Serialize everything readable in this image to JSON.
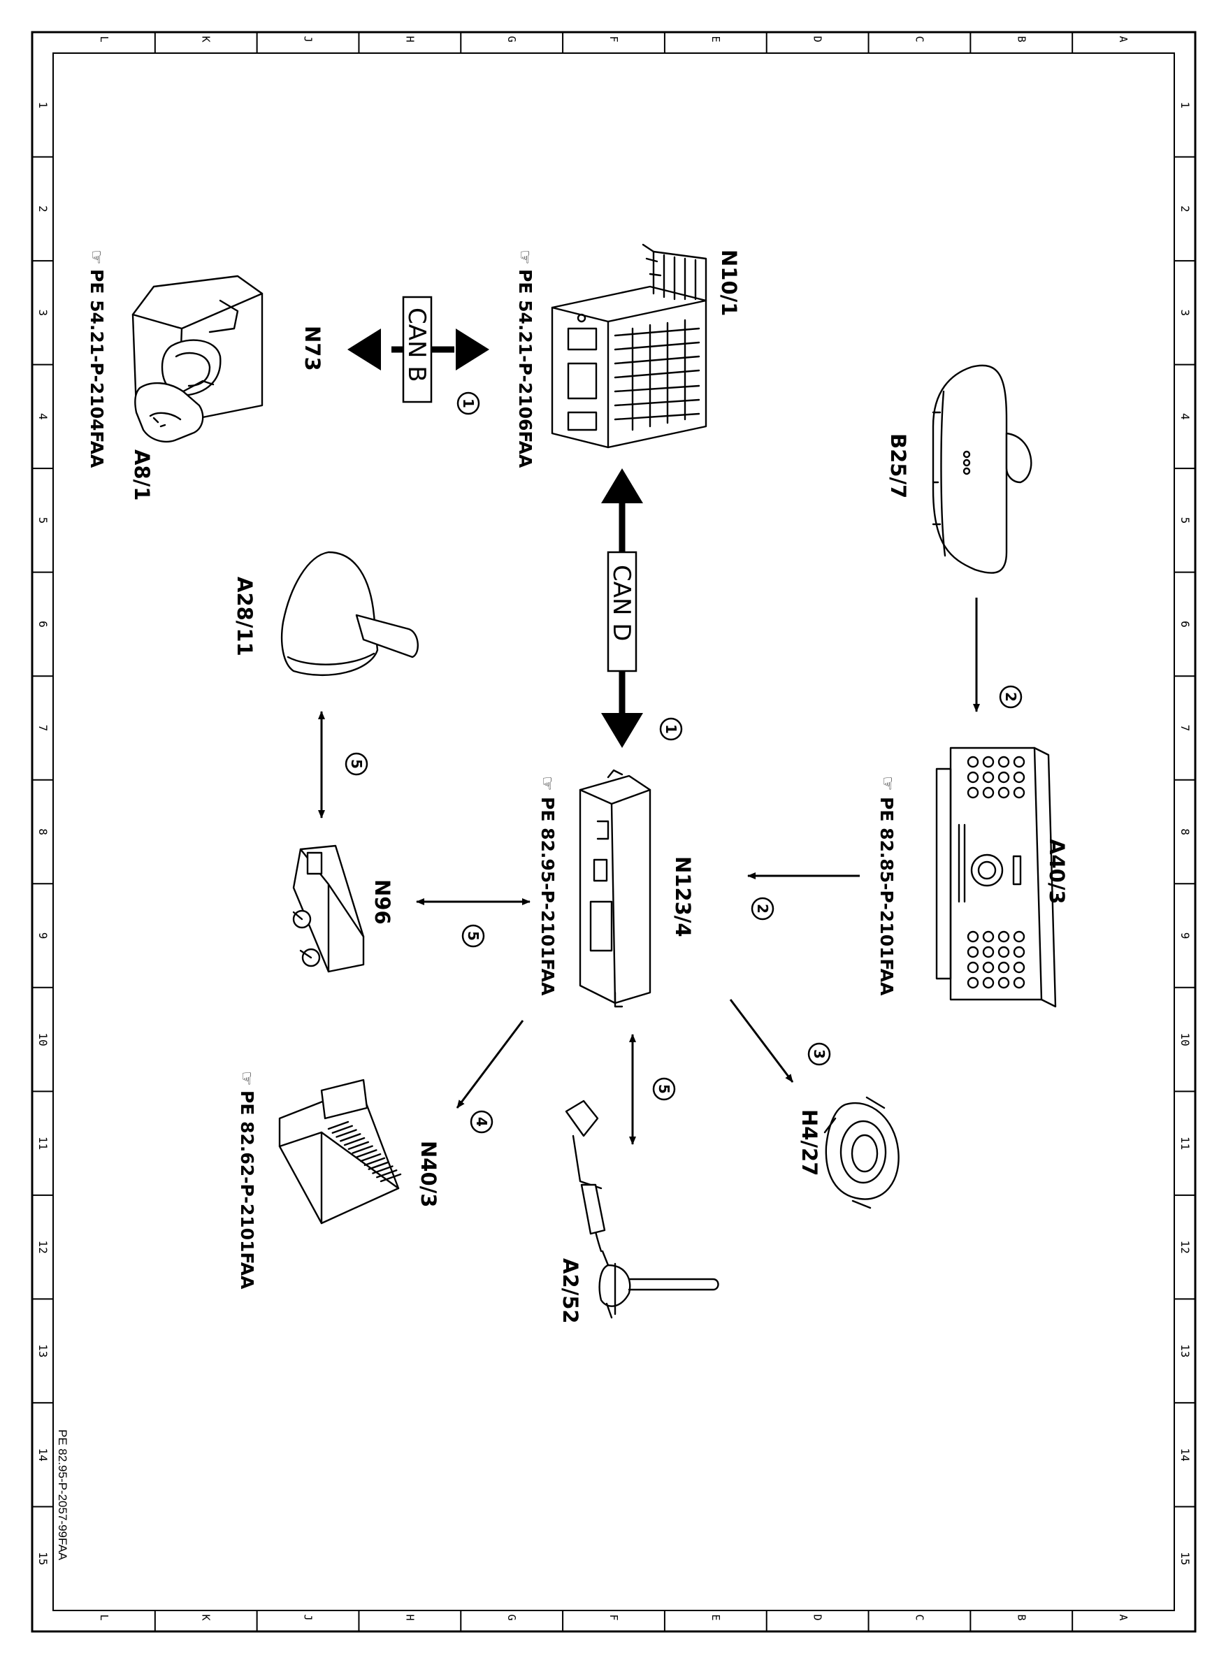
{
  "frame": {
    "grid_letters": [
      "L",
      "K",
      "J",
      "H",
      "G",
      "F",
      "E",
      "D",
      "C",
      "B",
      "A"
    ],
    "grid_numbers": [
      "1",
      "2",
      "3",
      "4",
      "5",
      "6",
      "7",
      "8",
      "9",
      "10",
      "11",
      "12",
      "13",
      "14",
      "15"
    ],
    "drawing_id": "PE 82.95-P-2057-99FAA"
  },
  "components": {
    "N10_1": {
      "label": "N10/1",
      "ref": "PE 54.21-P-2106FAA",
      "icon": "control-unit-relay-module"
    },
    "N73": {
      "label": "N73",
      "ref": "PE 54.21-P-2104FAA",
      "icon": "ignition-switch"
    },
    "A8_1": {
      "label": "A8/1",
      "icon": "transmitter-key"
    },
    "B25_7": {
      "label": "B25/7",
      "icon": "rearview-mirror"
    },
    "A28_11": {
      "label": "A28/11",
      "icon": "shift-lever"
    },
    "A40_3": {
      "label": "A40/3",
      "ref": "PE 82.85-P-2101FAA",
      "icon": "audio-head-unit"
    },
    "N123_4": {
      "label": "N123/4",
      "ref": "PE 82.95-P-2101FAA",
      "icon": "communication-module"
    },
    "N96": {
      "label": "N96",
      "icon": "receiver-module"
    },
    "N40_3": {
      "label": "N40/3",
      "ref": "PE 82.62-P-2101FAA",
      "icon": "amplifier"
    },
    "A2_52": {
      "label": "A2/52",
      "icon": "antenna"
    },
    "H4_27": {
      "label": "H4/27",
      "icon": "speaker"
    }
  },
  "buses": {
    "can_b": "CAN B",
    "can_d": "CAN D"
  },
  "connections": [
    {
      "number": "1",
      "bus": "CAN B",
      "from": "N10/1",
      "to": "N73"
    },
    {
      "number": "1",
      "bus": "CAN D",
      "from": "N10/1",
      "to": "N123/4"
    },
    {
      "number": "2",
      "from": "B25/7",
      "to": "A40/3"
    },
    {
      "number": "2",
      "from": "A40/3",
      "to": "N123/4"
    },
    {
      "number": "3",
      "from": "N123/4",
      "to": "H4/27"
    },
    {
      "number": "4",
      "from": "N123/4",
      "to": "N40/3"
    },
    {
      "number": "5",
      "from": "N123/4",
      "to": "A2/52"
    },
    {
      "number": "5",
      "from": "N123/4",
      "to": "N96"
    },
    {
      "number": "5",
      "from": "N96",
      "to": "A28/11"
    }
  ],
  "colors": {
    "ink": "#000000",
    "paper": "#ffffff"
  }
}
